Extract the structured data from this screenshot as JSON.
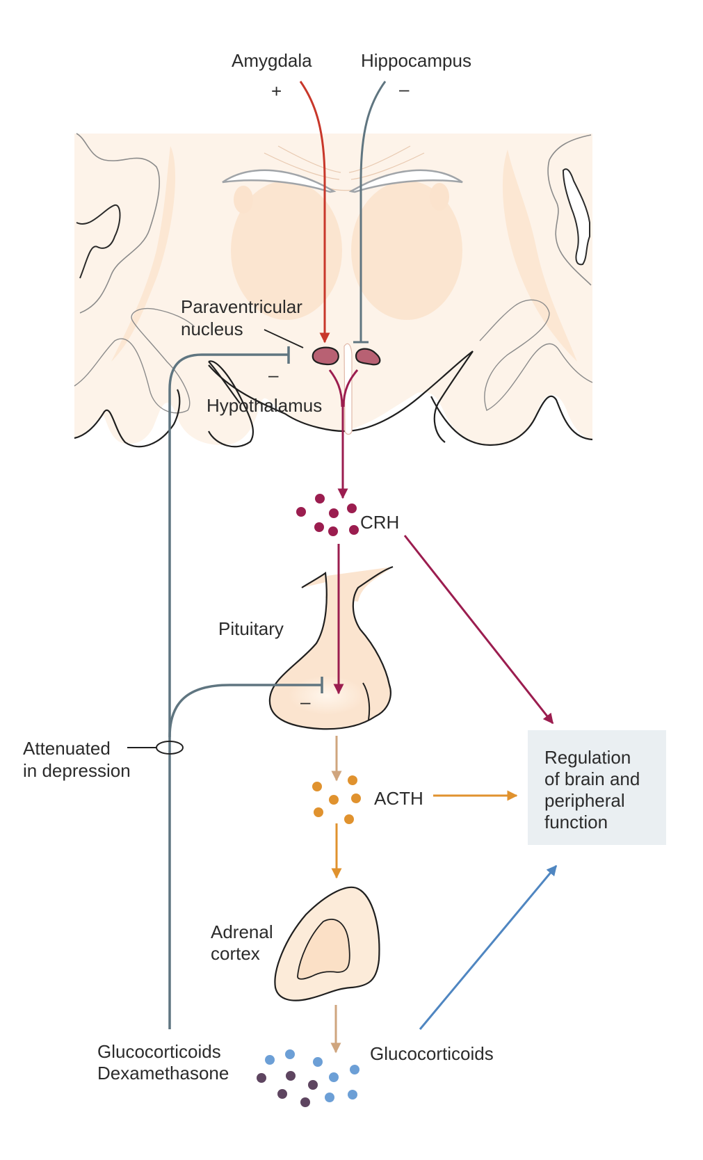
{
  "title": "HPA axis regulation",
  "colors": {
    "brain_bg": "#fdf3e9",
    "brain_shade": "#fbe3cd",
    "amygdala_arrow": "#c8372a",
    "inhibitory_gray": "#5f7580",
    "crh": "#9b1d4f",
    "acth": "#e0922e",
    "tan_arrow": "#cfa57e",
    "glucocorticoid_blue": "#6c9fd6",
    "dexamethasone_purple": "#5e4560",
    "blue_arrow": "#4f86c1",
    "pvn_fill": "#b86173",
    "reg_box": "#eaeff2",
    "organ_fill": "#fbe4cf"
  },
  "inputs": {
    "amygdala": {
      "label": "Amygdala",
      "sign": "+"
    },
    "hippocampus": {
      "label": "Hippocampus",
      "sign": "–"
    }
  },
  "labels": {
    "pvn_line1": "Paraventricular",
    "pvn_line2": "nucleus",
    "hypothalamus": "Hypothalamus",
    "pvn_feedback_sign": "–",
    "crh": "CRH",
    "pituitary": "Pituitary",
    "pituitary_feedback_sign": "–",
    "acth": "ACTH",
    "attenuated_line1": "Attenuated",
    "attenuated_line2": "in depression",
    "adrenal_line1": "Adrenal",
    "adrenal_line2": "cortex",
    "glucocorticoids_left_line1": "Glucocorticoids",
    "glucocorticoids_left_line2": "Dexamethasone",
    "glucocorticoids_right": "Glucocorticoids"
  },
  "regulation_box": {
    "lines": [
      "Regulation",
      "of brain and",
      "peripheral",
      "function"
    ]
  }
}
